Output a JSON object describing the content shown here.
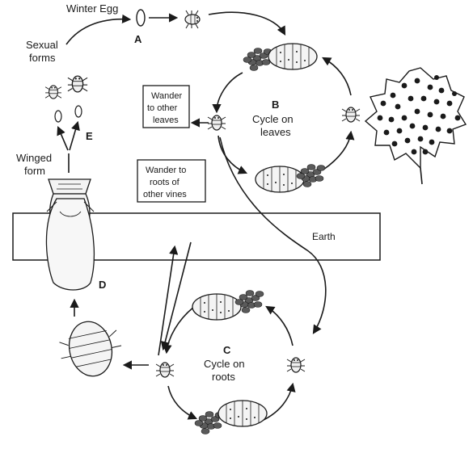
{
  "labels": {
    "winter_egg": "Winter Egg",
    "sexual_forms_line1": "Sexual",
    "sexual_forms_line2": "forms",
    "winged_form_line1": "Winged",
    "winged_form_line2": "form",
    "stage_a": "A",
    "stage_b": "B",
    "stage_c": "C",
    "stage_d": "D",
    "stage_e": "E",
    "cycle_leaves_line1": "Cycle on",
    "cycle_leaves_line2": "leaves",
    "cycle_roots_line1": "Cycle on",
    "cycle_roots_line2": "roots",
    "earth": "Earth"
  },
  "boxes": {
    "wander_leaves_line1": "Wander",
    "wander_leaves_line2": "to other",
    "wander_leaves_line3": "leaves",
    "wander_roots_line1": "Wander to",
    "wander_roots_line2": "roots of",
    "wander_roots_line3": "other vines"
  },
  "colors": {
    "ink": "#1a1a1a",
    "paper": "#ffffff",
    "leaf_galls": "#1a1a1a"
  }
}
